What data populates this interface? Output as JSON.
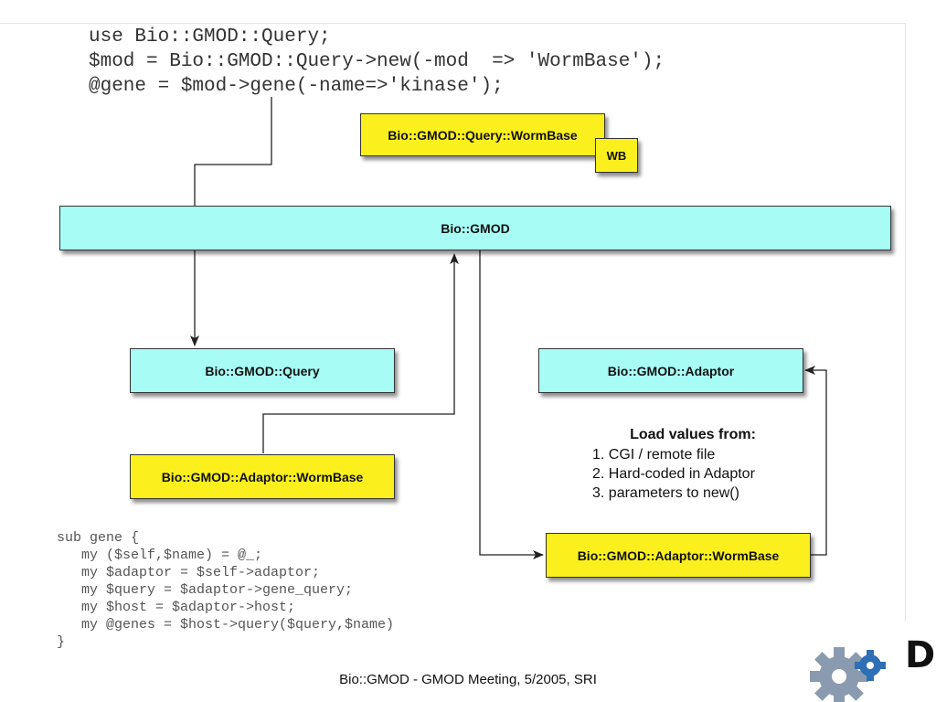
{
  "code_top": [
    "use Bio::GMOD::Query;",
    "$mod = Bio::GMOD::Query->new(-mod  => 'WormBase');",
    "@gene = $mod->gene(-name=>'kinase');"
  ],
  "boxes": {
    "query_wormbase": "Bio::GMOD::Query::WormBase",
    "wb_badge": "WB",
    "gmod": "Bio::GMOD",
    "query": "Bio::GMOD::Query",
    "adaptor": "Bio::GMOD::Adaptor",
    "adaptor_wormbase_left": "Bio::GMOD::Adaptor::WormBase",
    "adaptor_wormbase_right": "Bio::GMOD::Adaptor::WormBase"
  },
  "note": {
    "title": "Load values from:",
    "items": [
      "1. CGI / remote file",
      "2. Hard-coded in Adaptor",
      "3. parameters to new()"
    ]
  },
  "code_bottom": [
    "sub gene {",
    "   my ($self,$name) = @_;",
    "   my $adaptor = $self->adaptor;",
    "   my $query = $adaptor->gene_query;",
    "   my $host = $adaptor->host;",
    "   my @genes = $host->query($query,$name)",
    "}"
  ],
  "footer": "Bio::GMOD - GMOD Meeting, 5/2005, SRI",
  "logo": {
    "letter": "D",
    "icon": "gear-icon",
    "colors": [
      "#8a9bb0",
      "#2f6fb5"
    ]
  },
  "colors": {
    "cyan": "#a8fcf6",
    "yellow": "#fbf01e"
  }
}
